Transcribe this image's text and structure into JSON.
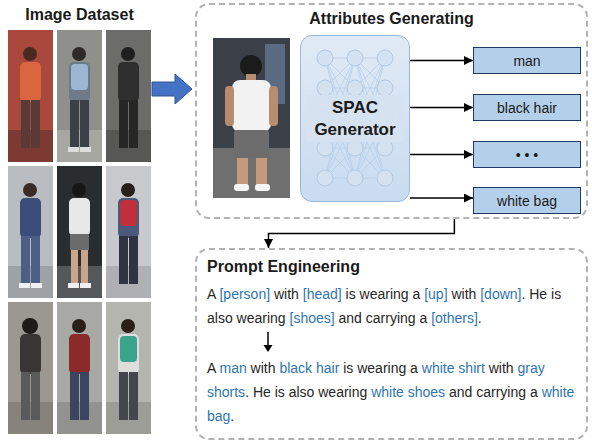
{
  "diagram": {
    "nodes": [
      {
        "text": [
          "Attributes Generating"
        ]
      },
      {
        "text": [
          "SPAC Generator"
        ],
        "in": 0
      },
      {
        "text": [
          "man"
        ],
        "in": 0
      },
      {
        "text": [
          "black hair"
        ],
        "in": 0
      },
      {
        "text": [
          "• • •"
        ],
        "in": 0
      },
      {
        "text": [
          "white bag"
        ],
        "in": 0
      },
      {
        "text": [
          "Prompt Engineering",
          "A [person] with [head] is wearing a [up] with [down]. He is also wearing [shoes] and carrying a [others].",
          "A man with black hair is wearing a white shirt with gray shorts. He is also wearing white shoes and carrying a white bag."
        ]
      }
    ],
    "edges": [
      {
        "from": 1,
        "to": 2,
        "arrow": "to"
      },
      {
        "from": 1,
        "to": 3,
        "arrow": "to"
      },
      {
        "from": 1,
        "to": 4,
        "arrow": "to"
      },
      {
        "from": 1,
        "to": 5,
        "arrow": "to"
      },
      {
        "from": 0,
        "to": 6,
        "arrow": "to"
      }
    ],
    "labels": [
      "Image Dataset"
    ]
  }
}
